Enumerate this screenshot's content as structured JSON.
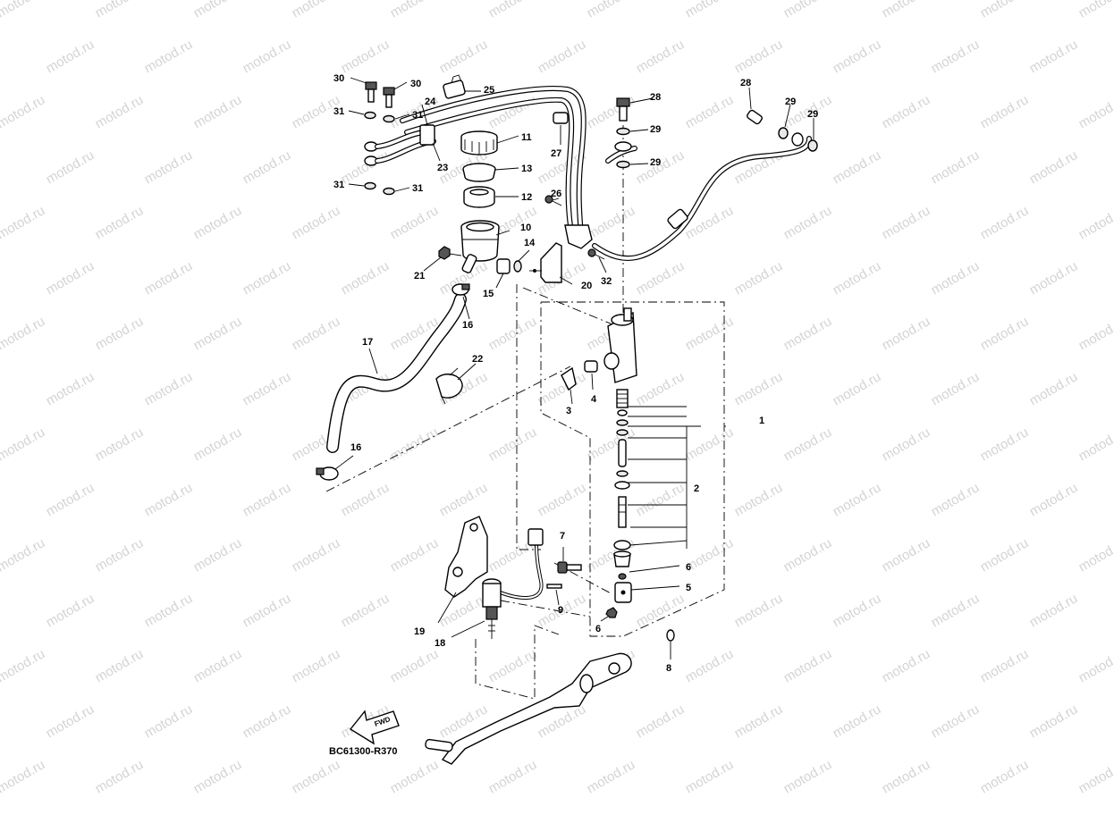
{
  "diagram": {
    "watermark_text": "motod.ru",
    "reference_code": "BC61300-R370",
    "fwd_label": "FWD",
    "callouts": [
      {
        "id": "1",
        "text": "1"
      },
      {
        "id": "2",
        "text": "2"
      },
      {
        "id": "3",
        "text": "3"
      },
      {
        "id": "4",
        "text": "4"
      },
      {
        "id": "5",
        "text": "5"
      },
      {
        "id": "6a",
        "text": "6"
      },
      {
        "id": "6b",
        "text": "6"
      },
      {
        "id": "7",
        "text": "7"
      },
      {
        "id": "8",
        "text": "8"
      },
      {
        "id": "9",
        "text": "9"
      },
      {
        "id": "10",
        "text": "10"
      },
      {
        "id": "11",
        "text": "11"
      },
      {
        "id": "12",
        "text": "12"
      },
      {
        "id": "13",
        "text": "13"
      },
      {
        "id": "14",
        "text": "14"
      },
      {
        "id": "15",
        "text": "15"
      },
      {
        "id": "16a",
        "text": "16"
      },
      {
        "id": "16b",
        "text": "16"
      },
      {
        "id": "17",
        "text": "17"
      },
      {
        "id": "18",
        "text": "18"
      },
      {
        "id": "19",
        "text": "19"
      },
      {
        "id": "20",
        "text": "20"
      },
      {
        "id": "21",
        "text": "21"
      },
      {
        "id": "22",
        "text": "22"
      },
      {
        "id": "23",
        "text": "23"
      },
      {
        "id": "24",
        "text": "24"
      },
      {
        "id": "25",
        "text": "25"
      },
      {
        "id": "26",
        "text": "26"
      },
      {
        "id": "27",
        "text": "27"
      },
      {
        "id": "28a",
        "text": "28"
      },
      {
        "id": "28b",
        "text": "28"
      },
      {
        "id": "29a",
        "text": "29"
      },
      {
        "id": "29b",
        "text": "29"
      },
      {
        "id": "29c",
        "text": "29"
      },
      {
        "id": "29d",
        "text": "29"
      },
      {
        "id": "30a",
        "text": "30"
      },
      {
        "id": "30b",
        "text": "30"
      },
      {
        "id": "31a",
        "text": "31"
      },
      {
        "id": "31b",
        "text": "31"
      },
      {
        "id": "31c",
        "text": "31"
      },
      {
        "id": "31d",
        "text": "31"
      },
      {
        "id": "32",
        "text": "32"
      }
    ]
  }
}
